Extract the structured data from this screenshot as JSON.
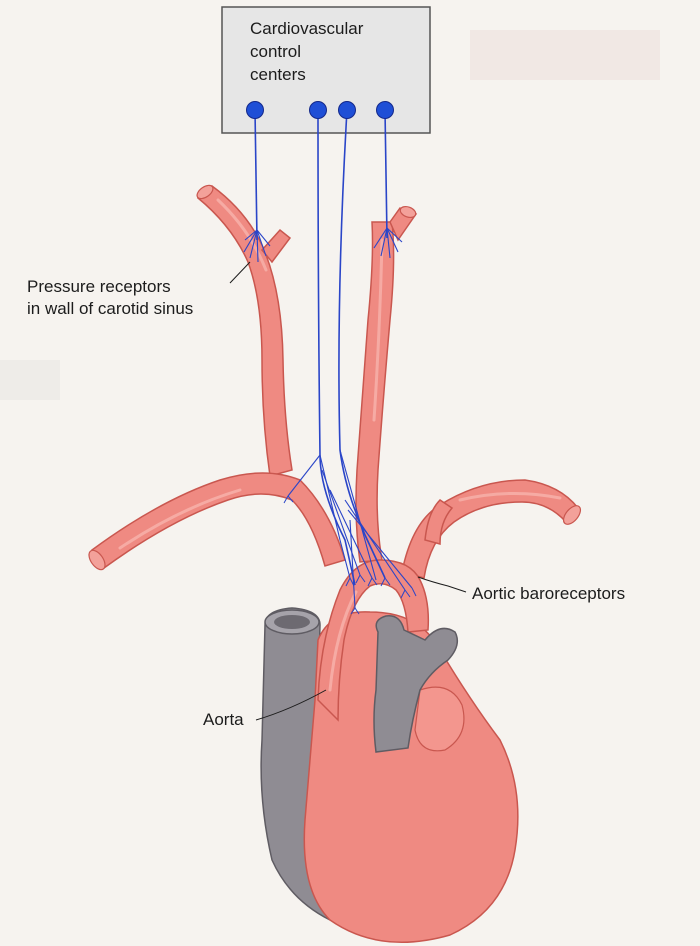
{
  "title": [
    "Cardiovascular",
    "control",
    "centers"
  ],
  "labels": {
    "pressure_receptors": [
      "Pressure receptors",
      "in wall of carotid sinus"
    ],
    "aortic_baroreceptors": "Aortic baroreceptors",
    "aorta": "Aorta"
  },
  "colors": {
    "background": "#f6f3ef",
    "artery": "#ef8a82",
    "artery_edge": "#c9574f",
    "artery_highlight": "#f7b3ac",
    "vein": "#8f8c93",
    "vein_edge": "#5f5c63",
    "nerve": "#2a45c8",
    "neuron_body": "#1f4fd6",
    "box_fill": "#e6e6e6",
    "box_stroke": "#555555"
  }
}
